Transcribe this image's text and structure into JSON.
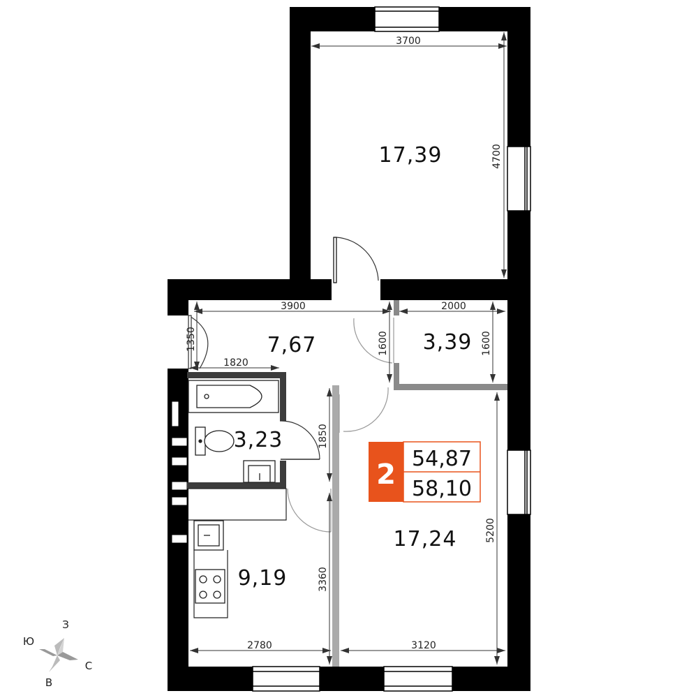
{
  "apartment": {
    "rooms_count": "2",
    "living_area": "54,87",
    "total_area": "58,10",
    "accent_color": "#e8531c"
  },
  "rooms": {
    "bedroom": "17,39",
    "hall": "7,67",
    "storage": "3,39",
    "bathroom": "3,23",
    "kitchen": "9,19",
    "living_room": "17,24"
  },
  "dimensions": {
    "bedroom_width": "3700",
    "bedroom_depth": "4700",
    "hall_width": "3900",
    "storage_width": "2000",
    "entrance_depth": "1350",
    "hall_depth": "1600",
    "storage_depth": "1600",
    "bathroom_width": "1820",
    "bathroom_depth": "1850",
    "kitchen_depth": "3360",
    "living_depth": "5200",
    "kitchen_width": "2780",
    "living_width": "3120"
  },
  "compass": {
    "north": "З",
    "west": "Ю",
    "south": "В",
    "east": "С"
  }
}
